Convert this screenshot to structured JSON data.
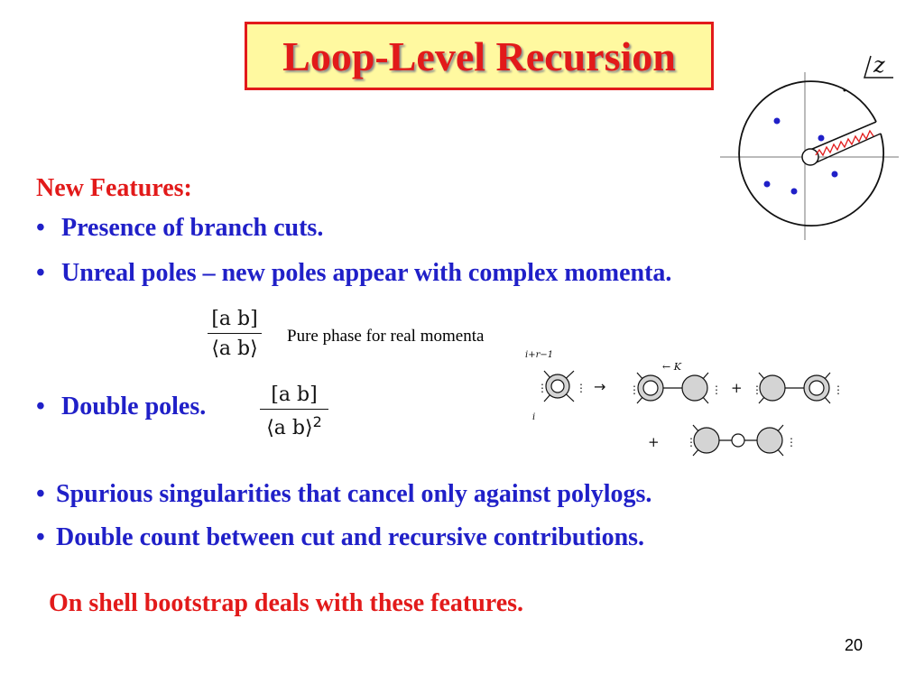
{
  "slide": {
    "title": "Loop-Level Recursion",
    "new_features_label": "New Features:",
    "bullet_char": "•",
    "bullets": [
      "Presence of branch cuts.",
      "Unreal poles – new poles  appear with complex momenta."
    ],
    "fraction_1": {
      "numerator": "[a b]",
      "denominator": "⟨a b⟩"
    },
    "fraction_note": "Pure phase for real momenta",
    "double_poles": "Double poles.",
    "fraction_2": {
      "numerator": "[a b]",
      "denominator": "⟨a b⟩",
      "exponent": "2"
    },
    "bullets_2": [
      "Spurious singularities that cancel only against polylogs.",
      "Double count between cut and recursive contributions."
    ],
    "conclusion": "On shell bootstrap deals with these features.",
    "page_number": "20"
  },
  "z_plane": {
    "variable": "z"
  },
  "diagram": {
    "top_label": "i+r−1",
    "bottom_label": "i",
    "momentum_label": "← K",
    "arrow": "→",
    "plus": "+"
  },
  "colors": {
    "title": "#e21a1a",
    "title_bg": "#fff9a0",
    "body": "#2020c8",
    "accent": "#e21a1a"
  }
}
